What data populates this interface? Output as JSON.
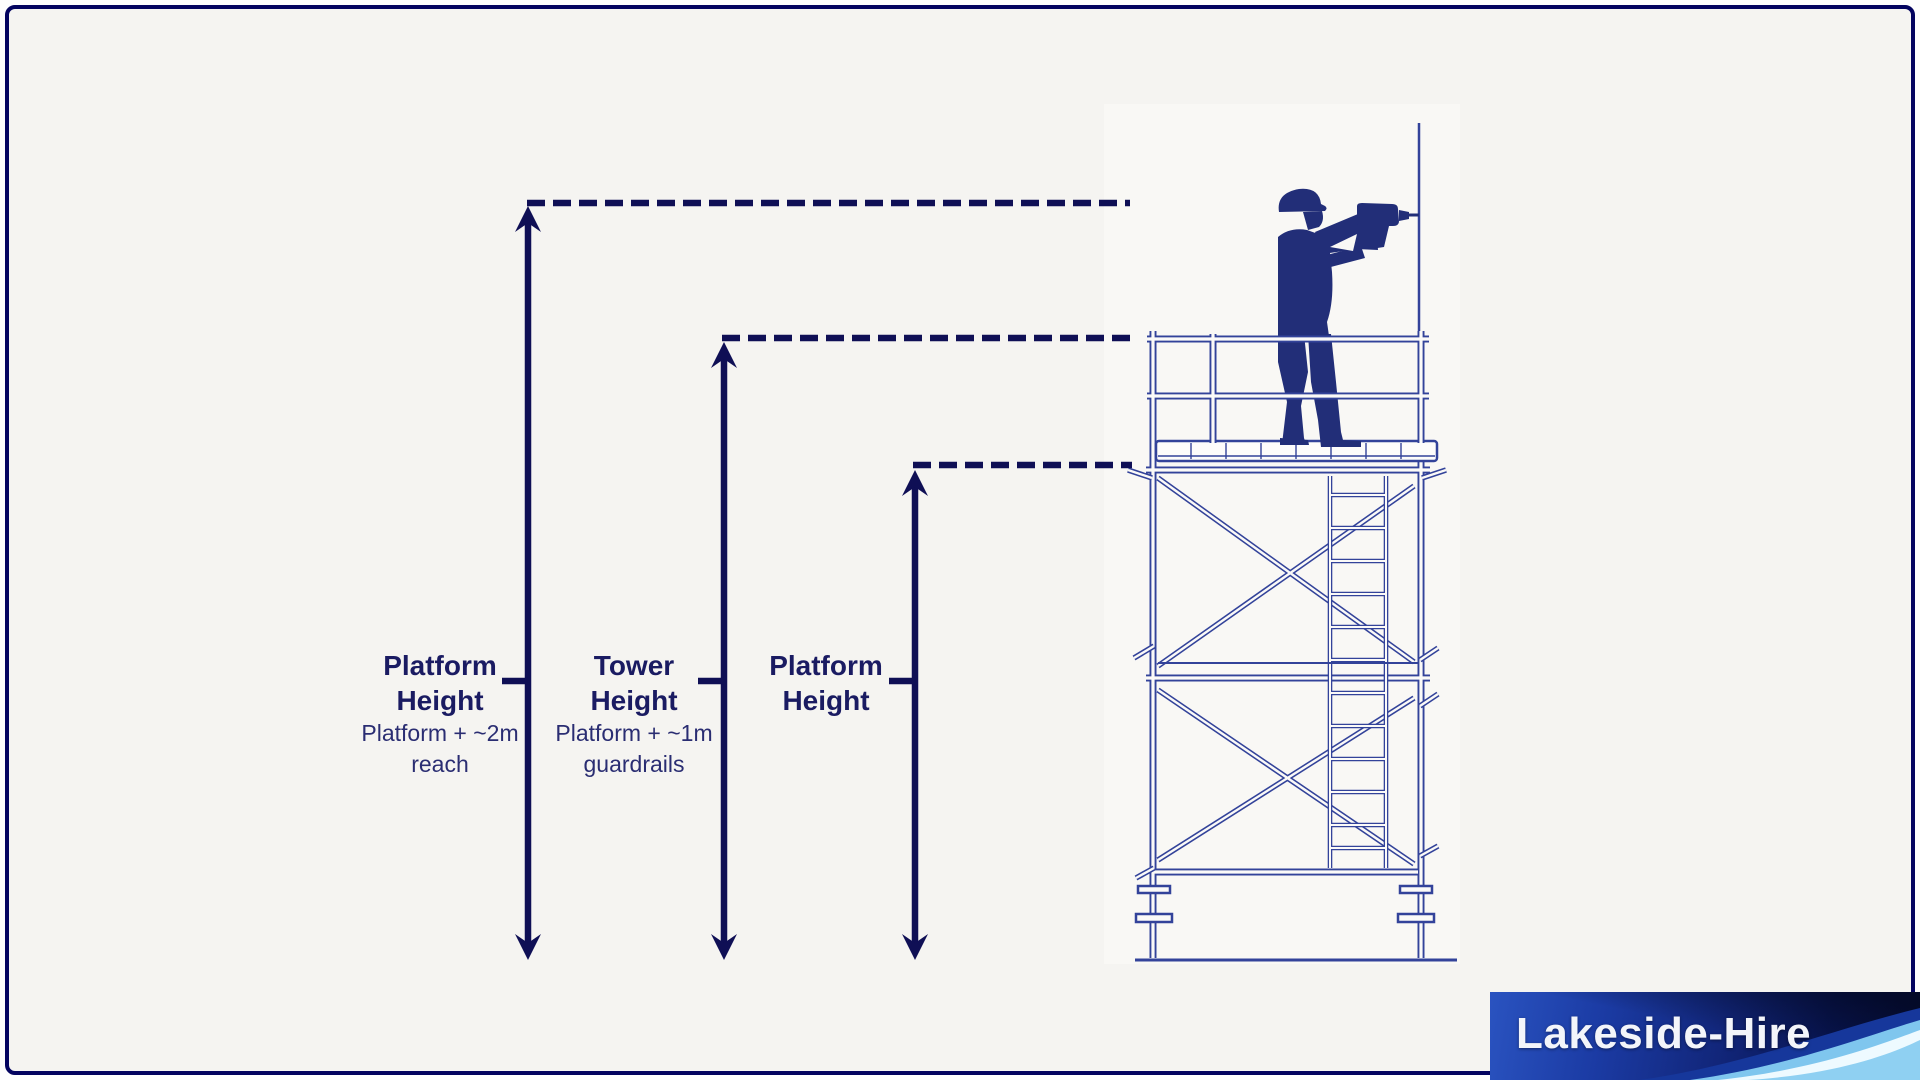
{
  "panel": {
    "background": "#f5f4f1",
    "border_color": "#03035f"
  },
  "measurements": [
    {
      "title_line1": "Platform",
      "title_line2": "Height",
      "subtitle_line1": "Platform + ~2m",
      "subtitle_line2": "reach"
    },
    {
      "title_line1": "Tower",
      "title_line2": "Height",
      "subtitle_line1": "Platform + ~1m",
      "subtitle_line2": "guardrails"
    },
    {
      "title_line1": "Platform",
      "title_line2": "Height"
    }
  ],
  "logo": {
    "text": "Lakeside-Hire"
  },
  "colors": {
    "dimension_navy": "#0f0f55",
    "scaffold_blue": "#33439a",
    "silhouette_navy": "#222e78",
    "label_title_navy": "#1a1b62",
    "label_subtitle_navy": "#2a2d72",
    "logo_dark_blue": "#0a1a62",
    "logo_light_blue": "#8fd0f2"
  }
}
